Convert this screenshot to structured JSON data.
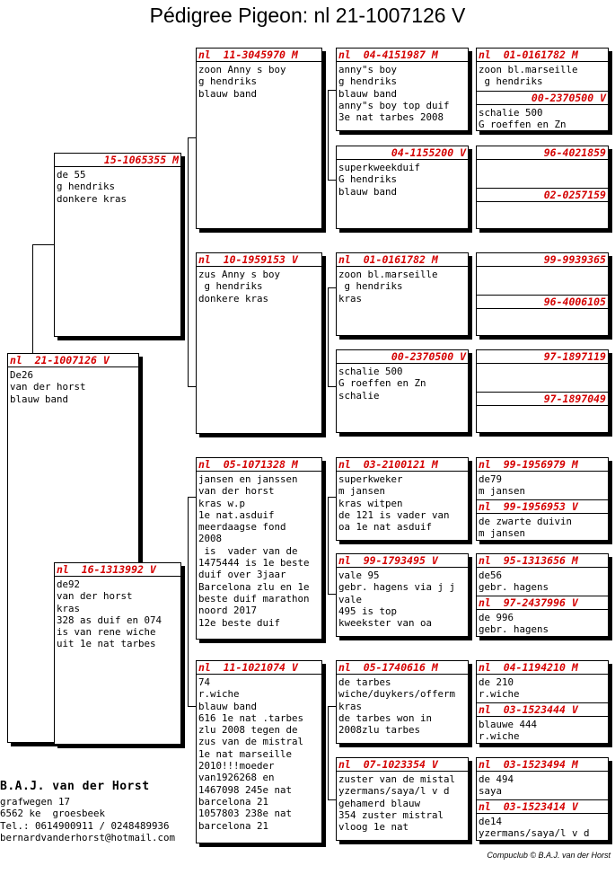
{
  "title": "Pédigree Pigeon: nl  21-1007126 V",
  "subject": {
    "ring": "nl  21-1007126 V",
    "lines": [
      "De26",
      "van der horst",
      "blauw band"
    ]
  },
  "father": {
    "ring": "15-1065355 M",
    "lines": [
      "de 55",
      "g hendriks",
      "donkere kras"
    ]
  },
  "mother": {
    "ring": "nl  16-1313992 V",
    "lines": [
      "de92",
      "van der horst",
      "kras",
      "328 as duif en 074",
      "is van rene wiche",
      "uit 1e nat tarbes"
    ]
  },
  "ff": {
    "ring": "nl  11-3045970 M",
    "lines": [
      "zoon Anny s boy",
      "g hendriks",
      "blauw band"
    ]
  },
  "fm": {
    "ring": "nl  10-1959153 V",
    "lines": [
      "zus Anny s boy",
      " g hendriks",
      "donkere kras"
    ]
  },
  "mf": {
    "ring": "nl  05-1071328 M",
    "lines": [
      "jansen en janssen",
      "van der horst",
      "kras w.p",
      "1e nat.asduif",
      "meerdaagse fond",
      "2008",
      " is  vader van de",
      "1475444 is 1e beste",
      "duif over 3jaar",
      "Barcelona zlu en 1e",
      "beste duif marathon",
      "noord 2017",
      "12e beste duif"
    ]
  },
  "mm": {
    "ring": "nl  11-1021074 V",
    "lines": [
      "74",
      "r.wiche",
      "blauw band",
      "616 1e nat .tarbes",
      "zlu 2008 tegen de",
      "zus van de mistral",
      "1e nat marseille",
      "2010!!!moeder",
      "van1926268 en",
      "1467098 245e nat",
      "barcelona 21",
      "1057803 238e nat",
      "barcelona 21"
    ]
  },
  "fff": {
    "ring": "nl  04-4151987 M",
    "lines": [
      "anny\"s boy",
      "g hendriks",
      "blauw band",
      "anny\"s boy top duif",
      "3e nat tarbes 2008"
    ]
  },
  "ffm": {
    "ring": "04-1155200 V",
    "lines": [
      "superkweekduif",
      "G hendriks",
      "blauw band"
    ]
  },
  "fmf": {
    "ring": "nl  01-0161782 M",
    "lines": [
      "zoon bl.marseille",
      " g hendriks",
      "kras"
    ]
  },
  "fmm": {
    "ring": "00-2370500 V",
    "lines": [
      "schalie 500",
      "G roeffen en Zn",
      "schalie"
    ]
  },
  "mff": {
    "ring": "nl  03-2100121 M",
    "lines": [
      "superkweker",
      "m jansen",
      "kras witpen",
      "de 121 is vader van",
      "oa 1e nat asduif"
    ]
  },
  "mfm": {
    "ring": "nl  99-1793495 V",
    "lines": [
      "vale 95",
      "gebr. hagens via j j",
      "vale",
      "495 is top",
      "kweekster van oa"
    ]
  },
  "mmf": {
    "ring": "nl  05-1740616 M",
    "lines": [
      "de tarbes",
      "wiche/duykers/offerm",
      "kras",
      "de tarbes won in",
      "2008zlu tarbes"
    ]
  },
  "mmm": {
    "ring": "nl  07-1023354 V",
    "lines": [
      "zuster van de mistal",
      "yzermans/saya/l v d",
      "gehamerd blauw",
      "354 zuster mistral",
      "vloog 1e nat"
    ]
  },
  "g4": [
    {
      "top": {
        "ring": "nl  01-0161782 M",
        "lines": [
          "zoon bl.marseille",
          " g hendriks"
        ]
      },
      "bottom": {
        "ring": "00-2370500 V",
        "lines": [
          "schalie 500",
          "G roeffen en Zn"
        ]
      }
    },
    {
      "top": {
        "ring": "96-4021859",
        "lines": []
      },
      "bottom": {
        "ring": "02-0257159",
        "lines": []
      }
    },
    {
      "top": {
        "ring": "99-9939365",
        "lines": []
      },
      "bottom": {
        "ring": "96-4006105",
        "lines": []
      }
    },
    {
      "top": {
        "ring": "97-1897119",
        "lines": []
      },
      "bottom": {
        "ring": "97-1897049",
        "lines": []
      }
    },
    {
      "top": {
        "ring": "nl  99-1956979 M",
        "lines": [
          "de79",
          "m jansen"
        ]
      },
      "bottom": {
        "ring": "nl  99-1956953 V",
        "lines": [
          "de zwarte duivin",
          "m jansen"
        ]
      }
    },
    {
      "top": {
        "ring": "nl  95-1313656 M",
        "lines": [
          "de56",
          "gebr. hagens"
        ]
      },
      "bottom": {
        "ring": "nl  97-2437996 V",
        "lines": [
          "de 996",
          "gebr. hagens"
        ]
      }
    },
    {
      "top": {
        "ring": "nl  04-1194210 M",
        "lines": [
          "de 210",
          "r.wiche"
        ]
      },
      "bottom": {
        "ring": "nl  03-1523444 V",
        "lines": [
          "blauwe 444",
          "r.wiche"
        ]
      }
    },
    {
      "top": {
        "ring": "nl  03-1523494 M",
        "lines": [
          "de 494",
          "saya"
        ]
      },
      "bottom": {
        "ring": "nl  03-1523414 V",
        "lines": [
          "de14",
          "yzermans/saya/l v d"
        ]
      }
    }
  ],
  "owner": {
    "name": "B.A.J. van der Horst",
    "lines": [
      "grafwegen 17",
      "6562 ke  groesbeek",
      "Tel.: 0614900911 / 0248489936",
      "bernardvanderhorst@hotmail.com"
    ]
  },
  "footer": "Compuclub © B.A.J. van der Horst"
}
